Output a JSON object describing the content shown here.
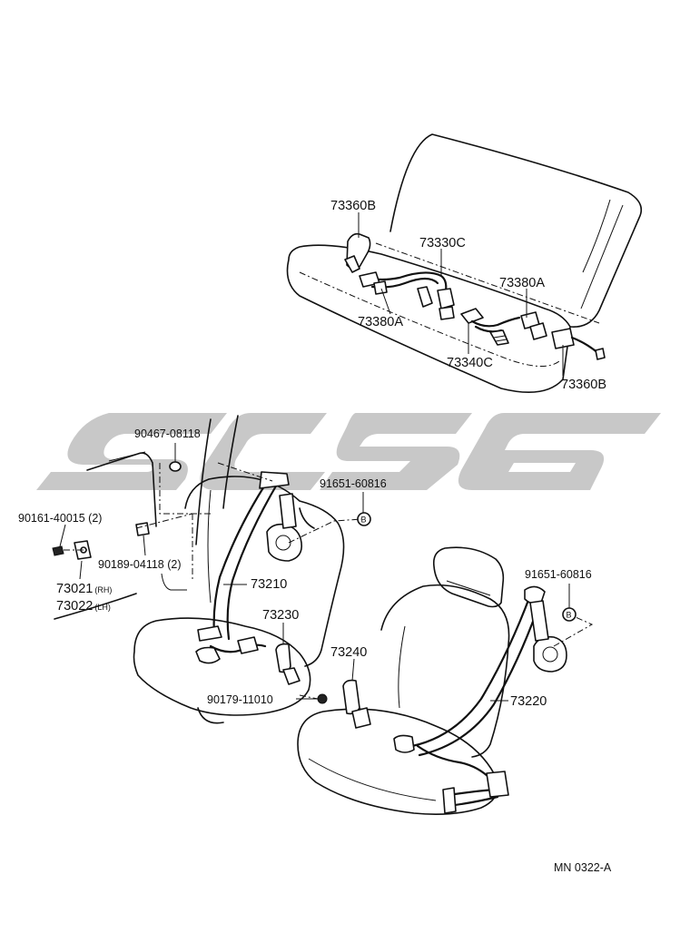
{
  "labels": {
    "rear_outer_belt_top": "73360B",
    "rear_center_belt": "73330C",
    "rear_buckle_right": "73380A",
    "rear_buckle_left": "73380A",
    "rear_center_buckle": "73340C",
    "rear_outer_belt_bottom": "73360B",
    "anchor_cover": "90467-08118",
    "bolt_upper_right_left": "91651-60816",
    "bolt_adjuster": "90161-40015 (2)",
    "bolt_upper_pillar": "90189-04118 (2)",
    "adjuster_rh": "73021",
    "adjuster_rh_tag": "(RH)",
    "adjuster_lh": "73022",
    "adjuster_lh_tag": "(LH)",
    "front_belt_rh": "73210",
    "front_buckle_rh": "73230",
    "nut": "90179-11010",
    "front_buckle_lh": "73240",
    "bolt_upper_right": "91651-60816",
    "front_belt_lh": "73220",
    "bolt_marker_left": "B",
    "bolt_marker_right": "B"
  },
  "drawing_code": "MN 0322-A",
  "colors": {
    "line": "#111111",
    "watermark": "#c8c8c8",
    "background": "#ffffff"
  }
}
